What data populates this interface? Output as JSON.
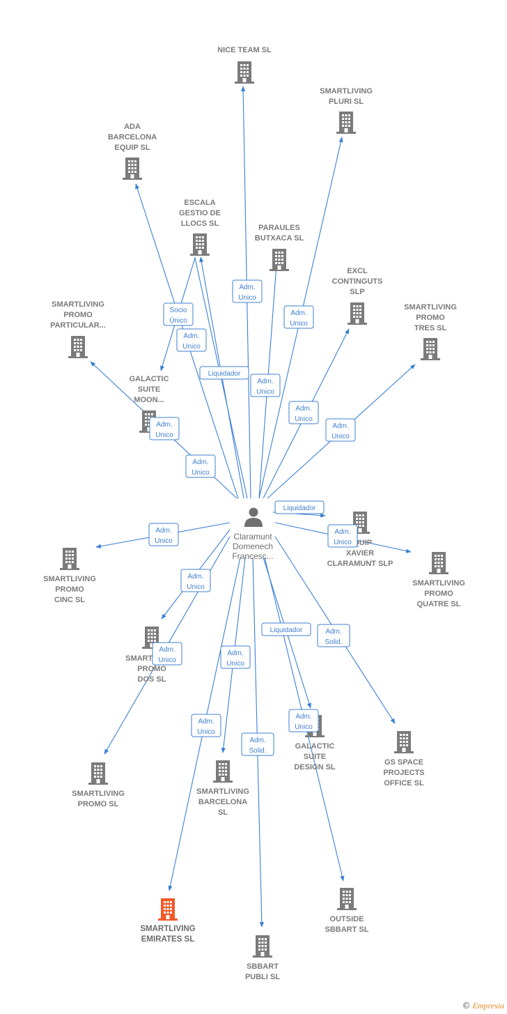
{
  "center": {
    "lines": [
      "Claramunt",
      "Domenech",
      "Francesc..."
    ]
  },
  "colors": {
    "edge": "#3a7fd5",
    "building": "#7b7b7b",
    "highlight": "#f05a28"
  },
  "nodes": [
    {
      "id": "nice",
      "lines": [
        "NICE TEAM SL"
      ]
    },
    {
      "id": "pluri",
      "lines": [
        "SMARTLIVING",
        "PLURI  SL"
      ]
    },
    {
      "id": "ada",
      "lines": [
        "ADA",
        "BARCELONA",
        "EQUIP  SL"
      ]
    },
    {
      "id": "escala",
      "lines": [
        "ESCALA",
        "GESTIO DE",
        "LLOCS  SL"
      ]
    },
    {
      "id": "paraules",
      "lines": [
        "PARAULES",
        "BUTXACA  SL"
      ]
    },
    {
      "id": "excl",
      "lines": [
        "EXCL",
        "CONTINGUTS",
        "SLP"
      ]
    },
    {
      "id": "tres",
      "lines": [
        "SMARTLIVING",
        "PROMO",
        "TRES  SL"
      ]
    },
    {
      "id": "particular",
      "lines": [
        "SMARTLIVING",
        "PROMO",
        "PARTICULAR..."
      ]
    },
    {
      "id": "moon",
      "lines": [
        "GALACTIC",
        "SUITE",
        "MOON..."
      ]
    },
    {
      "id": "equip",
      "lines": [
        "EQUIP",
        "XAVIER",
        "CLARAMUNT SLP"
      ]
    },
    {
      "id": "cinc",
      "lines": [
        "SMARTLIVING",
        "PROMO",
        "CINC  SL"
      ]
    },
    {
      "id": "quatre",
      "lines": [
        "SMARTLIVING",
        "PROMO",
        "QUATRE  SL"
      ]
    },
    {
      "id": "dos",
      "lines": [
        "SMARTLIVING",
        "PROMO",
        "DOS  SL"
      ]
    },
    {
      "id": "promo",
      "lines": [
        "SMARTLIVING",
        "PROMO  SL"
      ]
    },
    {
      "id": "barcelona",
      "lines": [
        "SMARTLIVING",
        "BARCELONA",
        "SL"
      ]
    },
    {
      "id": "design",
      "lines": [
        "GALACTIC",
        "SUITE",
        "DESIGN SL"
      ]
    },
    {
      "id": "gsspace",
      "lines": [
        "GS SPACE",
        "PROJECTS",
        "OFFICE  SL"
      ]
    },
    {
      "id": "emirates",
      "lines": [
        "SMARTLIVING",
        "EMIRATES  SL"
      ],
      "highlight": true
    },
    {
      "id": "outside",
      "lines": [
        "OUTSIDE",
        "SBBART  SL"
      ]
    },
    {
      "id": "publi",
      "lines": [
        "SBBART",
        "PUBLI  SL"
      ]
    }
  ],
  "relations": [
    {
      "lines": [
        "Adm.",
        "Unico"
      ]
    },
    {
      "lines": [
        "Adm.",
        "Unico"
      ]
    },
    {
      "lines": [
        "Socio",
        "Único"
      ]
    },
    {
      "lines": [
        "Adm.",
        "Unico"
      ]
    },
    {
      "lines": [
        "Liquidador"
      ]
    },
    {
      "lines": [
        "Adm.",
        "Unico"
      ]
    },
    {
      "lines": [
        "Adm.",
        "Unico"
      ]
    },
    {
      "lines": [
        "Adm.",
        "Unico"
      ]
    },
    {
      "lines": [
        "Adm.",
        "Unico"
      ]
    },
    {
      "lines": [
        "Adm.",
        "Unico"
      ]
    },
    {
      "lines": [
        "Liquidador"
      ]
    },
    {
      "lines": [
        "Adm.",
        "Unico"
      ]
    },
    {
      "lines": [
        "Adm.",
        "Unico"
      ]
    },
    {
      "lines": [
        "Adm.",
        "Unico"
      ]
    },
    {
      "lines": [
        "Adm.",
        "Unico"
      ]
    },
    {
      "lines": [
        "Adm.",
        "Unico"
      ]
    },
    {
      "lines": [
        "Liquidador"
      ]
    },
    {
      "lines": [
        "Adm.",
        "Solid."
      ]
    },
    {
      "lines": [
        "Adm.",
        "Unico"
      ]
    },
    {
      "lines": [
        "Adm.",
        "Unico"
      ]
    },
    {
      "lines": [
        "Adm.",
        "Solid."
      ]
    }
  ],
  "footer": {
    "copyright": "©",
    "brand": "Empresia"
  }
}
